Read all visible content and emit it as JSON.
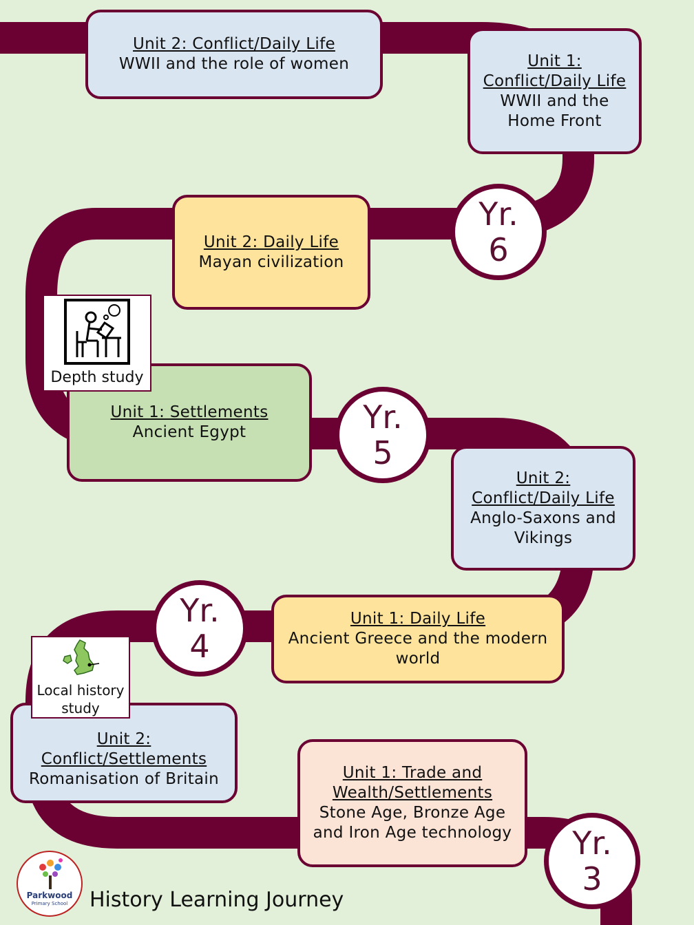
{
  "units": {
    "y6_unit2": {
      "title": "Unit 2: Conflict/Daily Life",
      "topic": "WWII and the role of women"
    },
    "y6_unit1": {
      "title": "Unit 1: Conflict/Daily Life",
      "topic": "WWII and the Home Front"
    },
    "y5_unit2": {
      "title": "Unit 2: Daily Life",
      "topic": "Mayan civilization"
    },
    "y5_unit1": {
      "title": "Unit 1: Settlements",
      "topic": "Ancient Egypt"
    },
    "y4_unit2": {
      "title": "Unit 2: Conflict/Daily Life",
      "topic": "Anglo-Saxons and Vikings"
    },
    "y4_unit1": {
      "title": "Unit 1: Daily Life",
      "topic": "Ancient Greece and the modern world"
    },
    "y3_unit2": {
      "title": "Unit 2: Conflict/Settlements",
      "topic": "Romanisation of Britain"
    },
    "y3_unit1": {
      "title": "Unit 1: Trade and Wealth/Settlements",
      "topic": "Stone Age, Bronze Age and Iron Age technology"
    }
  },
  "years": {
    "y6": {
      "prefix": "Yr.",
      "num": "6"
    },
    "y5": {
      "prefix": "Yr.",
      "num": "5"
    },
    "y4": {
      "prefix": "Yr.",
      "num": "4"
    },
    "y3": {
      "prefix": "Yr.",
      "num": "3"
    }
  },
  "badges": {
    "depth": {
      "label": "Depth study",
      "icon": "reading-student-icon"
    },
    "local": {
      "label": "Local history study",
      "icon": "uk-map-icon"
    }
  },
  "footer": {
    "title": "History Learning Journey",
    "logo_name": "Parkwood",
    "logo_sub": "Primary School"
  },
  "colors": {
    "road": "#6b0033",
    "background": "#e2efd9",
    "blue_box": "#dae5f2",
    "yellow_box": "#fde39b",
    "green_box": "#c6e0b4",
    "peach_box": "#fbe3d6"
  }
}
